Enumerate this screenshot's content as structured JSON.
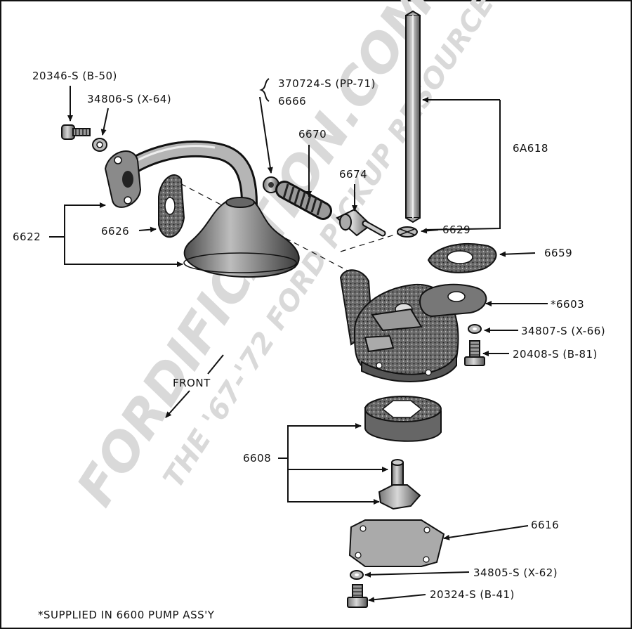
{
  "watermark": {
    "main": "FORDIFICATION.COM",
    "sub": "THE '67-'72 FORD PICKUP RESOURCE"
  },
  "labels": {
    "p20346": "20346-S (B-50)",
    "p34806": "34806-S (X-64)",
    "p370724": "370724-S (PP-71)",
    "p6666": "6666",
    "p6670": "6670",
    "p6674": "6674",
    "p6A618": "6A618",
    "p6622": "6622",
    "p6626": "6626",
    "p6629": "6629",
    "p6659": "6659",
    "p6603": "*6603",
    "p34807": "34807-S (X-66)",
    "p20408": "20408-S (B-81)",
    "front": "FRONT",
    "p6608": "6608",
    "p6616": "6616",
    "p34805": "34805-S (X-62)",
    "p20324": "20324-S (B-41)",
    "footnote": "*SUPPLIED IN 6600 PUMP ASS'Y"
  }
}
